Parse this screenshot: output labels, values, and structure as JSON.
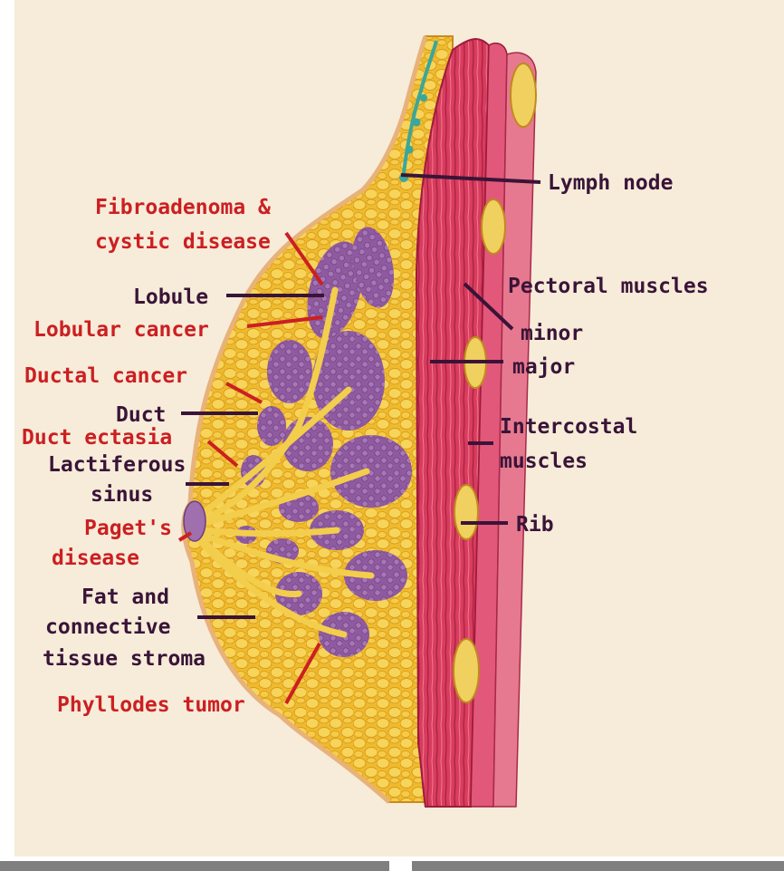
{
  "colors": {
    "background": "#f6ecd9",
    "pathology_label": "#cc1f22",
    "anatomy_label": "#3a1438",
    "fat": "#f2c23a",
    "gland": "#8e5a9e",
    "muscle": "#d63a5c",
    "rib": "#f0d46a"
  },
  "labels": {
    "lymph_node": "Lymph node",
    "fibroadenoma_line1": "Fibroadenoma &",
    "fibroadenoma_line2": "cystic disease",
    "lobule": "Lobule",
    "pectoral_muscles": "Pectoral muscles",
    "lobular_cancer": "Lobular cancer",
    "minor": "minor",
    "ductal_cancer": "Ductal cancer",
    "major": "major",
    "duct": "Duct",
    "intercostal_line1": "Intercostal",
    "intercostal_line2": "muscles",
    "duct_ectasia": "Duct ectasia",
    "lactiferous_line1": "Lactiferous",
    "lactiferous_line2": "sinus",
    "rib": "Rib",
    "pagets_line1": "Paget's",
    "pagets_line2": "disease",
    "fat_line1": "Fat and",
    "fat_line2": "connective",
    "fat_line3": "tissue stroma",
    "phyllodes": "Phyllodes tumor"
  }
}
